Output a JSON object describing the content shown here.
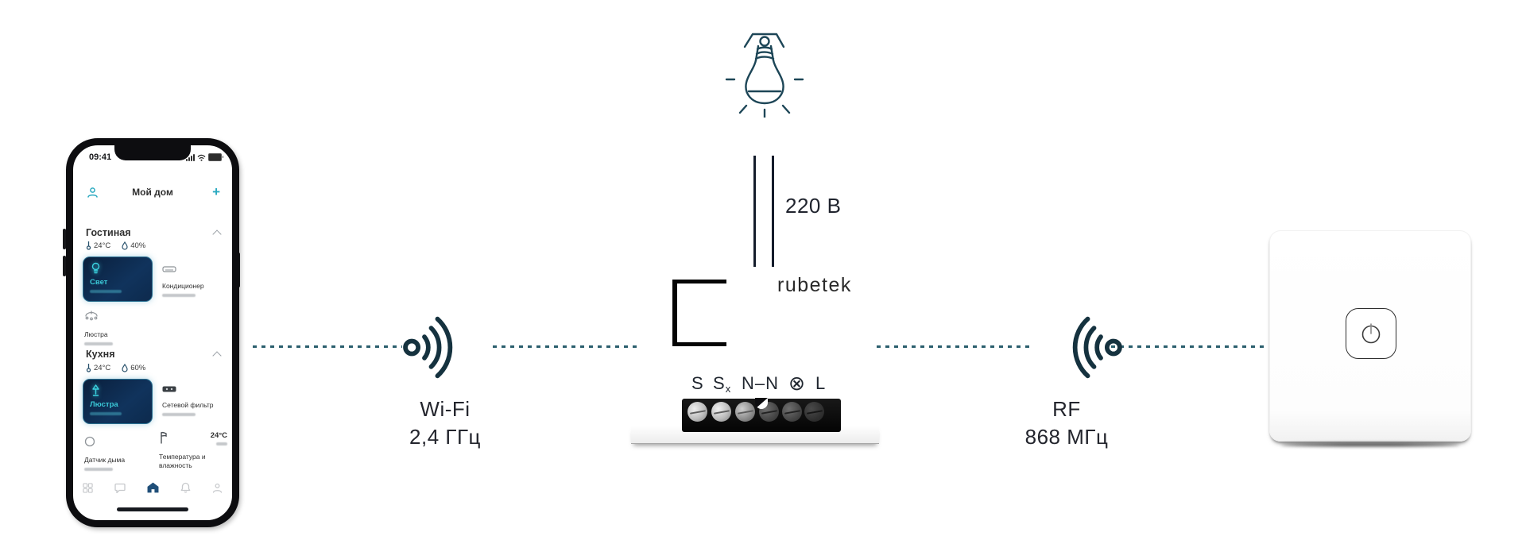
{
  "phone_app": {
    "status": {
      "time": "09:41"
    },
    "header": {
      "title": "Мой дом",
      "add_button": "+"
    },
    "rooms": [
      {
        "name": "Гостиная",
        "temperature": "24°C",
        "humidity": "40%",
        "tile": {
          "title": "Свет"
        },
        "device_right": {
          "name": "Кондиционер"
        },
        "device_below": {
          "name": "Люстра"
        }
      },
      {
        "name": "Кухня",
        "temperature": "24°C",
        "humidity": "60%",
        "tile": {
          "title": "Люстра"
        },
        "device_right": {
          "name": "Сетевой фильтр"
        }
      }
    ],
    "sensors": [
      {
        "name": "Датчик дыма"
      },
      {
        "name": "Температура и влажность",
        "value": "24°C"
      }
    ]
  },
  "diagram": {
    "power_label": "220 В",
    "wifi": {
      "line1": "Wi-Fi",
      "line2": "2,4 ГГц"
    },
    "rf": {
      "line1": "RF",
      "line2": "868 МГц"
    },
    "relay": {
      "brand": "rubetek",
      "terminal_s": "S",
      "terminal_sx_base": "S",
      "terminal_sx_sub": "x",
      "terminal_nn": "N–N",
      "terminal_lamp": "⊗",
      "terminal_l": "L"
    }
  },
  "icons": {
    "left_connection": "wifi-signal-icon",
    "right_connection": "rf-signal-icon",
    "top": "light-bulb-icon",
    "switch_button": "power-icon"
  },
  "colors": {
    "diagram_ink": "#1d4657",
    "dotted_line": "#2b5f6e",
    "wire": "#141c2b",
    "app_accent": "#2aa9c0",
    "tile_navy": "#0d2a4d",
    "tile_text": "#3bc9d8",
    "terminal_block": "#0a0a0a"
  }
}
